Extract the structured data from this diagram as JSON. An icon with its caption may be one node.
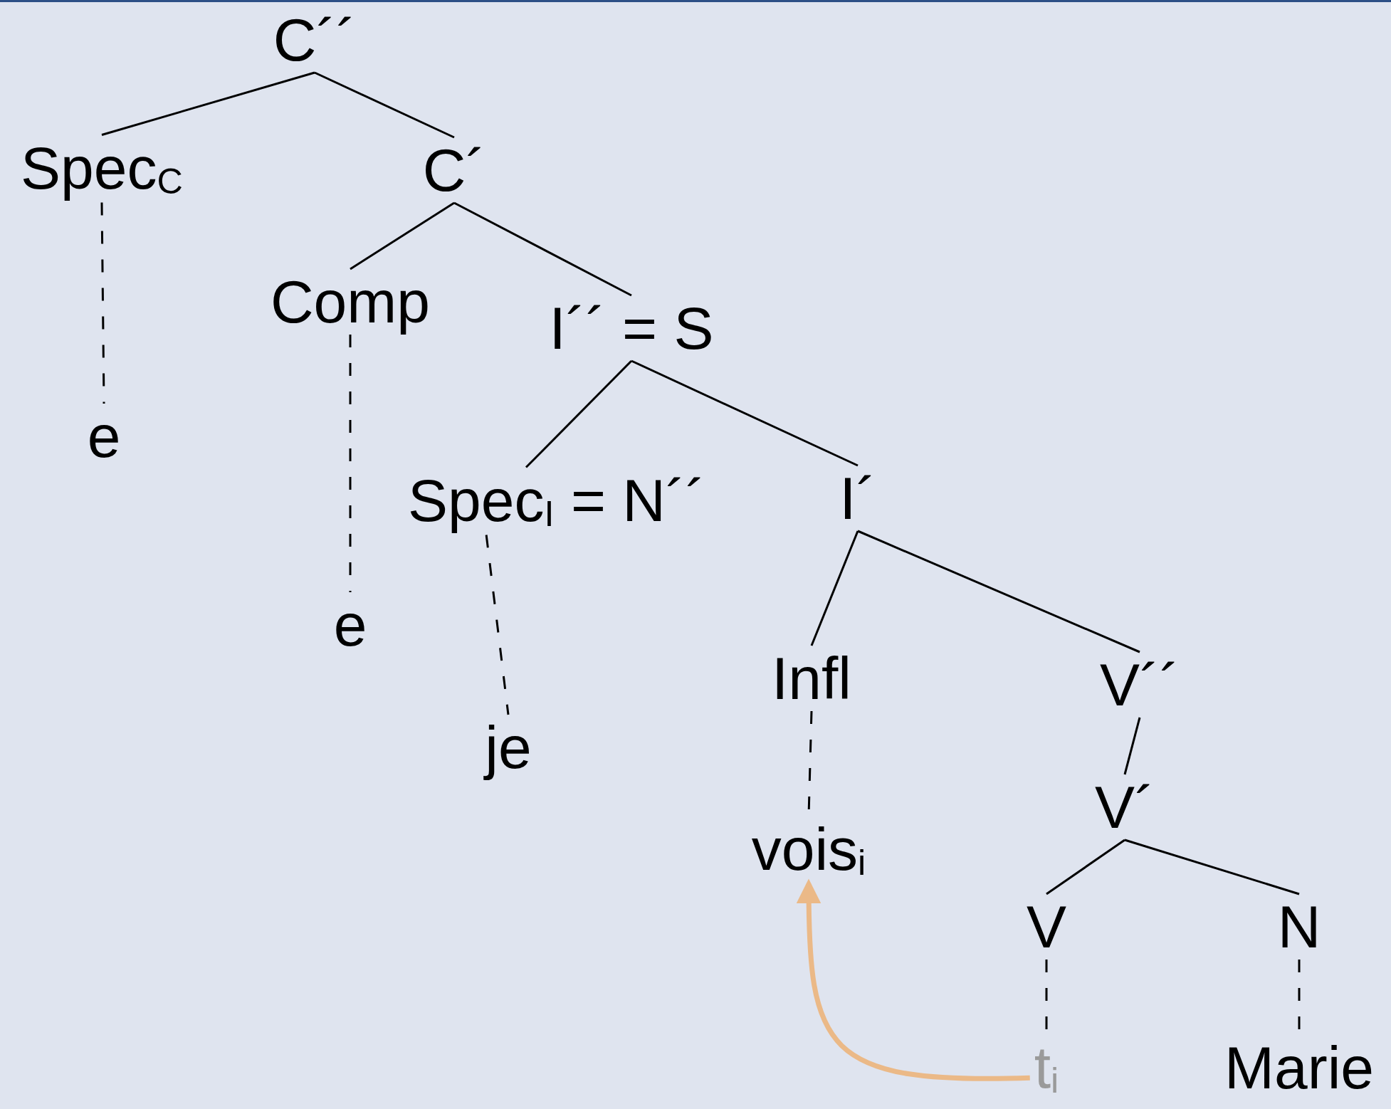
{
  "diagram": {
    "nodes": [
      {
        "text": [
          "C´´"
        ]
      },
      {
        "text": [
          "Spec$_{C}$"
        ]
      },
      {
        "text": [
          "C´"
        ]
      },
      {
        "text": [
          "e"
        ]
      },
      {
        "text": [
          "Comp"
        ]
      },
      {
        "text": [
          "I´´ = S"
        ]
      },
      {
        "text": [
          "e"
        ]
      },
      {
        "text": [
          "Spec$_{I}$ = N´´"
        ]
      },
      {
        "text": [
          "I´"
        ]
      },
      {
        "text": [
          "je"
        ]
      },
      {
        "text": [
          "Infl"
        ]
      },
      {
        "text": [
          "V´´"
        ]
      },
      {
        "text": [
          "vois$_{i}$"
        ]
      },
      {
        "text": [
          "V´"
        ]
      },
      {
        "text": [
          "V"
        ]
      },
      {
        "text": [
          "N"
        ]
      },
      {
        "text": [
          "t$_{i}$"
        ]
      },
      {
        "text": [
          "Marie"
        ]
      }
    ],
    "edges": [
      {
        "from": 0,
        "to": 1,
        "arrow": "none"
      },
      {
        "from": 0,
        "to": 2,
        "arrow": "none"
      },
      {
        "from": 1,
        "to": 3,
        "arrow": "none",
        "style": "dashed"
      },
      {
        "from": 2,
        "to": 4,
        "arrow": "none"
      },
      {
        "from": 2,
        "to": 5,
        "arrow": "none"
      },
      {
        "from": 4,
        "to": 6,
        "arrow": "none",
        "style": "dashed"
      },
      {
        "from": 5,
        "to": 7,
        "arrow": "none"
      },
      {
        "from": 5,
        "to": 8,
        "arrow": "none"
      },
      {
        "from": 7,
        "to": 9,
        "arrow": "none",
        "style": "dashed"
      },
      {
        "from": 8,
        "to": 10,
        "arrow": "none"
      },
      {
        "from": 8,
        "to": 11,
        "arrow": "none"
      },
      {
        "from": 10,
        "to": 12,
        "arrow": "none",
        "style": "dashed"
      },
      {
        "from": 11,
        "to": 13,
        "arrow": "none"
      },
      {
        "from": 13,
        "to": 14,
        "arrow": "none"
      },
      {
        "from": 13,
        "to": 15,
        "arrow": "none"
      },
      {
        "from": 14,
        "to": 16,
        "arrow": "none",
        "style": "dashed"
      },
      {
        "from": 15,
        "to": 17,
        "arrow": "none",
        "style": "dashed"
      },
      {
        "from": 16,
        "to": 12,
        "arrow": "to",
        "style": "thick",
        "color": "#ebb987"
      }
    ]
  }
}
